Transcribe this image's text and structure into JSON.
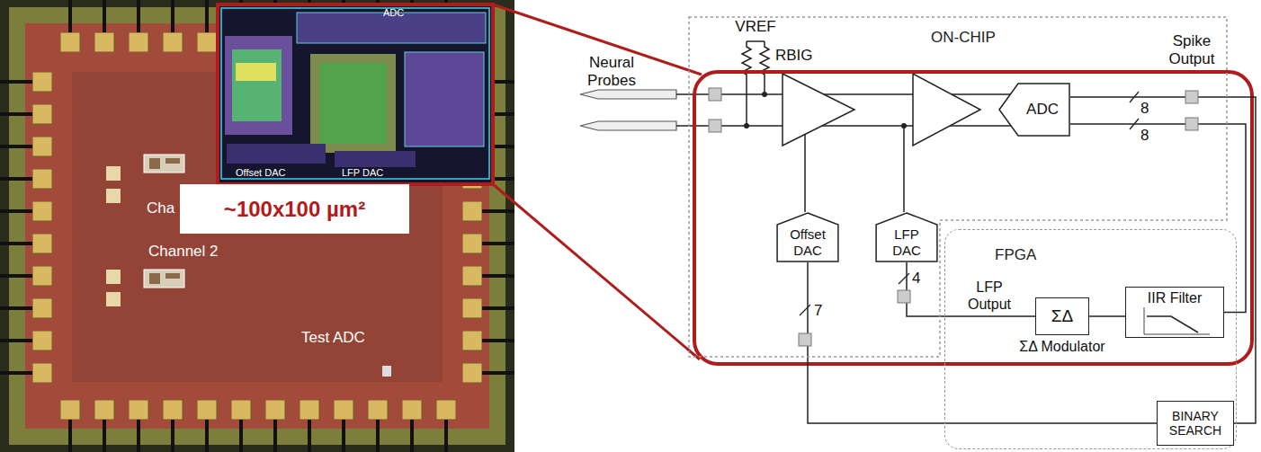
{
  "diagram": {
    "nodes": [
      {
        "text": [
          "~100x100 µm²"
        ]
      },
      {
        "text": [
          "ON-CHIP"
        ]
      },
      {
        "text": [
          "ADC"
        ],
        "in": 1
      },
      {
        "text": [
          "Offset DAC"
        ],
        "in": 1
      },
      {
        "text": [
          "LFP DAC"
        ],
        "in": 1
      },
      {
        "text": [
          "FPGA"
        ]
      },
      {
        "text": [
          "ΣΔ",
          "ΣΔ Modulator"
        ],
        "in": 5
      },
      {
        "text": [
          "IIR Filter"
        ],
        "in": 5
      },
      {
        "text": [
          "BINARY SEARCH"
        ],
        "in": 5
      }
    ],
    "edges": [
      {
        "from": 2,
        "to": 7,
        "arrow": "none"
      },
      {
        "from": 2,
        "to": 8,
        "arrow": "none"
      },
      {
        "from": 7,
        "to": 6,
        "arrow": "none"
      },
      {
        "from": 4,
        "to": 6,
        "label": "LFP Output",
        "arrow": "none"
      },
      {
        "from": 8,
        "to": 3,
        "arrow": "none"
      }
    ],
    "labels": [
      "Cha",
      "Channel 2",
      "Test ADC",
      "ADC",
      "Offset DAC",
      "LFP DAC",
      "Neural Probes",
      "VREF",
      "RBIG",
      "Spike Output",
      "8",
      "8",
      "7",
      "4"
    ]
  }
}
